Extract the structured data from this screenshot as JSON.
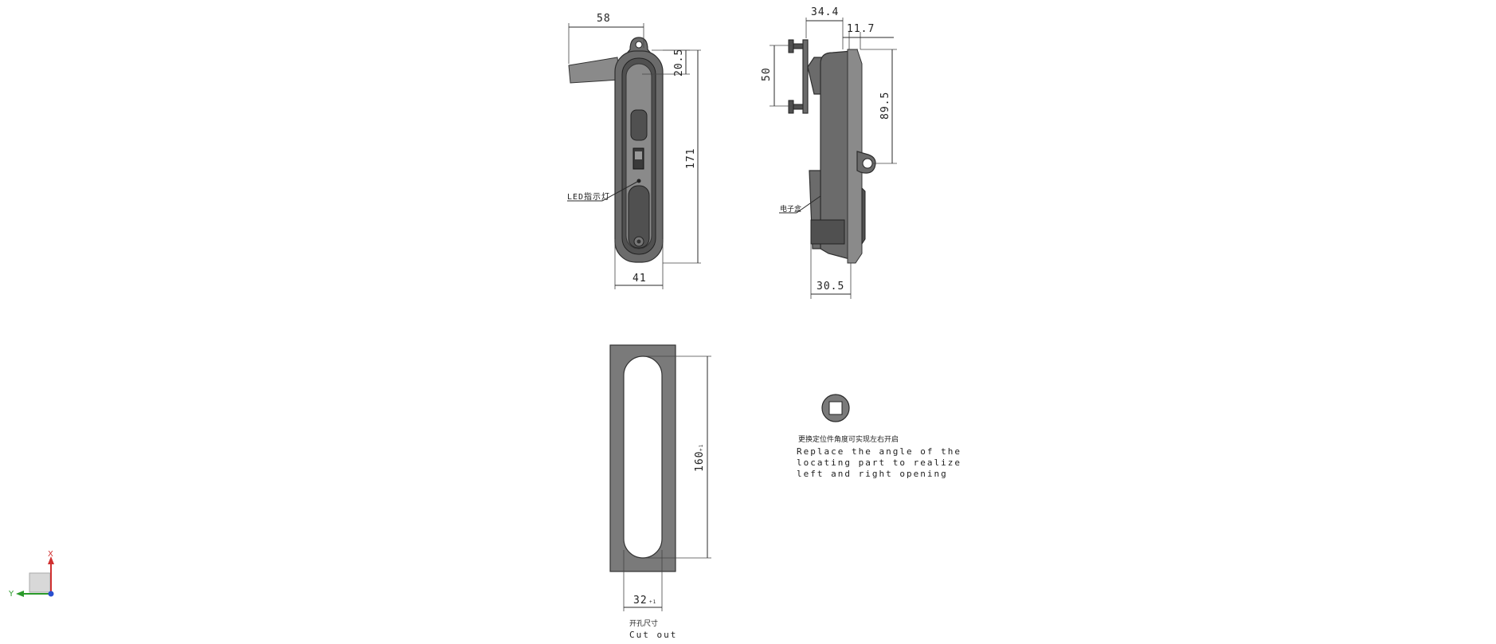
{
  "front_view": {
    "dim_width_top": "58",
    "dim_top_offset": "20.5",
    "dim_height": "171",
    "dim_width_bottom": "41",
    "led_label": "LED指示灯"
  },
  "side_view": {
    "dim_top": "34.4",
    "dim_small": "11.7",
    "dim_stud_spacing": "50",
    "dim_hole": "89.5",
    "dim_bottom": "30.5",
    "battery_label": "电子盒"
  },
  "cutout": {
    "dim_height": "160",
    "dim_height_tol": "+1\n0",
    "dim_width": "32",
    "dim_width_tol": "+1\n0",
    "label_cn": "开孔尺寸",
    "label_en": "Cut out"
  },
  "locating_note": {
    "cn": "更换定位件角度可实现左右开启",
    "en_lines": [
      "Replace the angle of the",
      "locating part to realize",
      "left and right opening"
    ]
  },
  "axis_triad": {
    "x_label": "X",
    "y_label": "Y",
    "x_color": "#d03030",
    "y_color": "#2a9a2a",
    "z_color": "#2a4fd0"
  }
}
